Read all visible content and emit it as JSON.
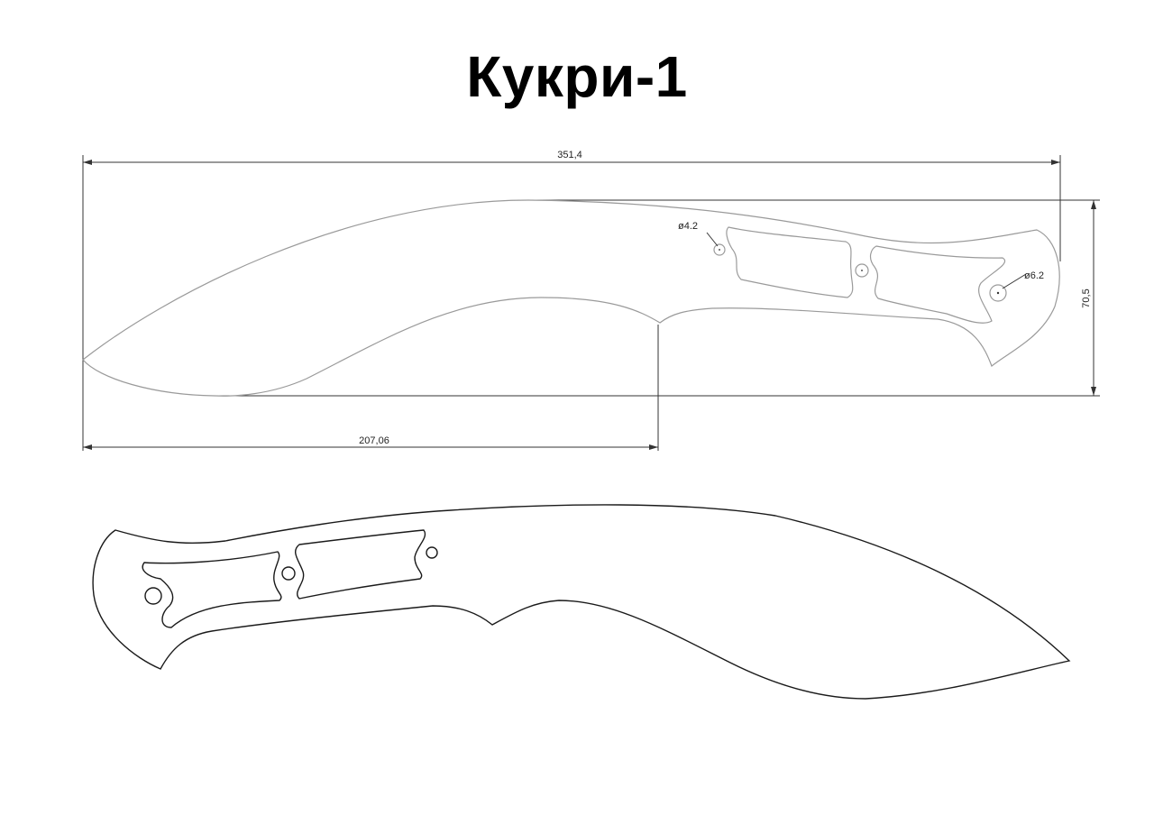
{
  "title": "Кукри-1",
  "dimensions": {
    "overall_length": "351,4",
    "overall_height": "70,5",
    "blade_length": "207,06",
    "hole_small": "ø4.2",
    "hole_large": "ø6.2"
  },
  "colors": {
    "drawing_line": "#1a1a1a",
    "template_line": "#9a9a9a",
    "background": "#ffffff"
  }
}
